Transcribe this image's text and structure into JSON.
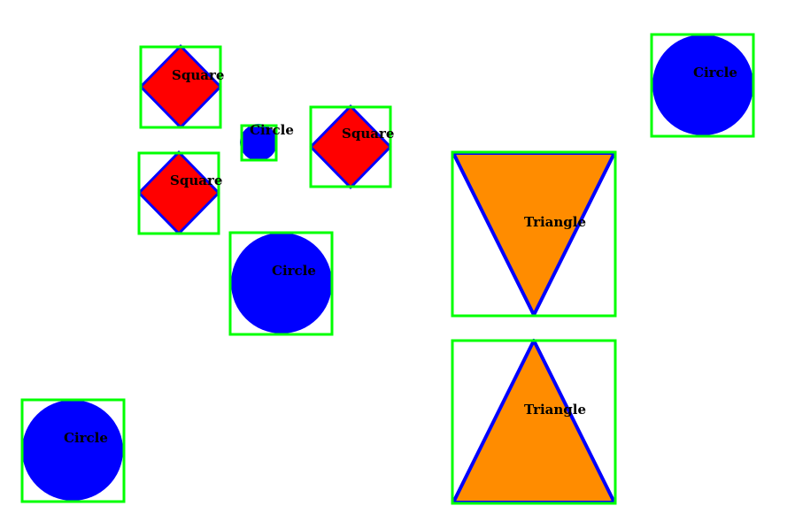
{
  "colors": {
    "box": "#00ff00",
    "circle_fill": "#0000ff",
    "square_fill": "#ff0000",
    "triangle_fill": "#ff8c00",
    "outline": "#0000ff",
    "label": "#000000"
  },
  "shapes": [
    {
      "kind": "square",
      "label": "Square"
    },
    {
      "kind": "circle",
      "label": "Circle"
    },
    {
      "kind": "square",
      "label": "Square"
    },
    {
      "kind": "square",
      "label": "Square"
    },
    {
      "kind": "circle",
      "label": "Circle"
    },
    {
      "kind": "triangle-down",
      "label": "Triangle"
    },
    {
      "kind": "triangle-up",
      "label": "Triangle"
    },
    {
      "kind": "circle",
      "label": "Circle"
    },
    {
      "kind": "circle",
      "label": "Circle"
    }
  ]
}
